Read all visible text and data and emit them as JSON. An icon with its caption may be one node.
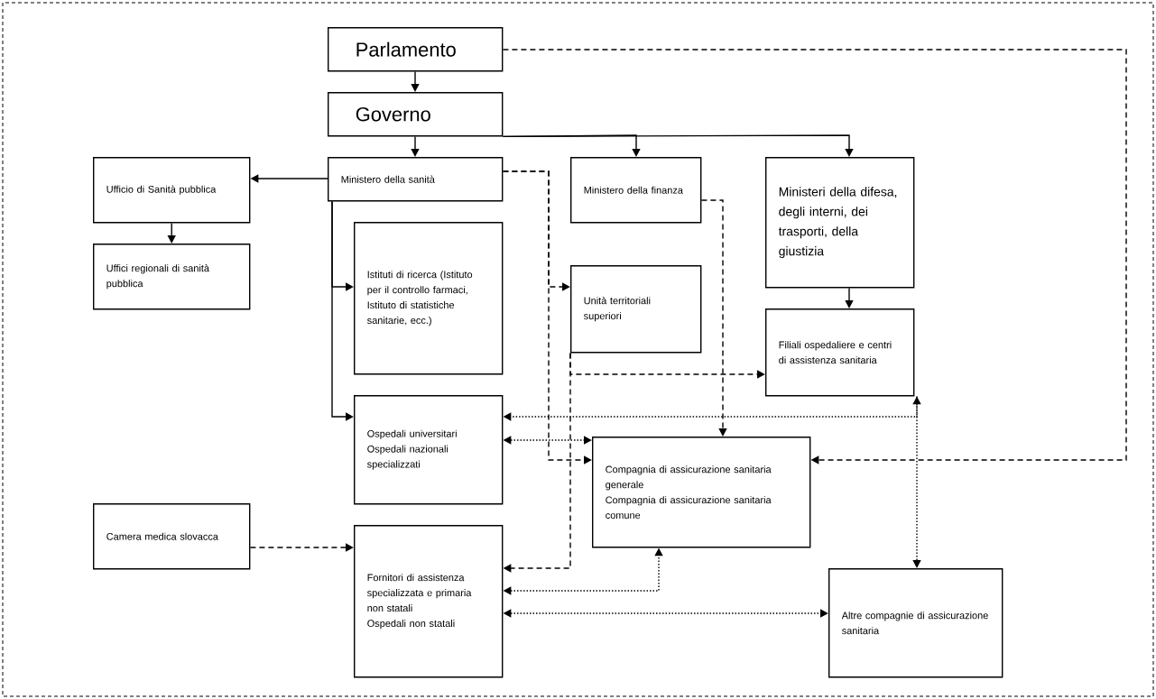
{
  "diagram": {
    "nodes": [
      {
        "text": [
          "Parlamento"
        ]
      },
      {
        "text": [
          "Governo"
        ]
      },
      {
        "text": [
          "Ministero della sanità"
        ]
      },
      {
        "text": [
          "Ministero della finanza"
        ]
      },
      {
        "text": [
          "Ministeri della difesa, degli interni, dei trasporti, della giustizia"
        ]
      },
      {
        "text": [
          "Ufficio di Sanità pubblica"
        ]
      },
      {
        "text": [
          "Uffici regionali di sanità pubblica"
        ]
      },
      {
        "text": [
          "Istituti di ricerca (Istituto per il controllo farmaci, Istituto di statistiche sanitarie, ecc.)"
        ]
      },
      {
        "text": [
          "Unità territoriali superiori"
        ]
      },
      {
        "text": [
          "Filiali ospedaliere e centri di assistenza sanitaria"
        ]
      },
      {
        "text": [
          "Ospedali universitari",
          "Ospedali nazionali specializzati"
        ]
      },
      {
        "text": [
          "Compagnia di assicurazione sanitaria generale",
          "Compagnia di assicurazione sanitaria comune"
        ]
      },
      {
        "text": [
          "Camera medica slovacca"
        ]
      },
      {
        "text": [
          "Fornitori di assistenza specializzata e primaria non statali",
          "Ospedali non statali"
        ]
      },
      {
        "text": [
          "Altre compagnie di assicurazione sanitaria"
        ]
      }
    ],
    "edges": [
      {
        "from": 0,
        "to": 1,
        "arrow": "to"
      },
      {
        "from": 1,
        "to": 2,
        "arrow": "to"
      },
      {
        "from": 1,
        "to": 3,
        "arrow": "to"
      },
      {
        "from": 1,
        "to": 4,
        "arrow": "to"
      },
      {
        "from": 2,
        "to": 5,
        "arrow": "to"
      },
      {
        "from": 2,
        "to": 7,
        "arrow": "to"
      },
      {
        "from": 2,
        "to": 10,
        "arrow": "to"
      },
      {
        "from": 5,
        "to": 6,
        "arrow": "to"
      },
      {
        "from": 4,
        "to": 9,
        "arrow": "to"
      },
      {
        "from": 2,
        "to": 8,
        "arrow": "to",
        "style": "dashed"
      },
      {
        "from": 2,
        "to": 11,
        "arrow": "to",
        "style": "dashed"
      },
      {
        "from": 3,
        "to": 11,
        "arrow": "to",
        "style": "dashed"
      },
      {
        "from": 0,
        "to": 11,
        "arrow": "to",
        "style": "dashed"
      },
      {
        "from": 8,
        "to": 9,
        "arrow": "to",
        "style": "dashed"
      },
      {
        "from": 8,
        "to": 13,
        "arrow": "to",
        "style": "dashed"
      },
      {
        "from": 12,
        "to": 13,
        "arrow": "to",
        "style": "dashed"
      },
      {
        "from": 9,
        "to": 10,
        "arrow": "to",
        "style": "dashed"
      },
      {
        "from": 9,
        "to": 14,
        "arrow": "both",
        "style": "dashed"
      },
      {
        "from": 10,
        "to": 11,
        "arrow": "both",
        "style": "dashed"
      },
      {
        "from": 13,
        "to": 11,
        "arrow": "both",
        "style": "dashed"
      },
      {
        "from": 13,
        "to": 14,
        "arrow": "both",
        "style": "dashed"
      }
    ]
  }
}
